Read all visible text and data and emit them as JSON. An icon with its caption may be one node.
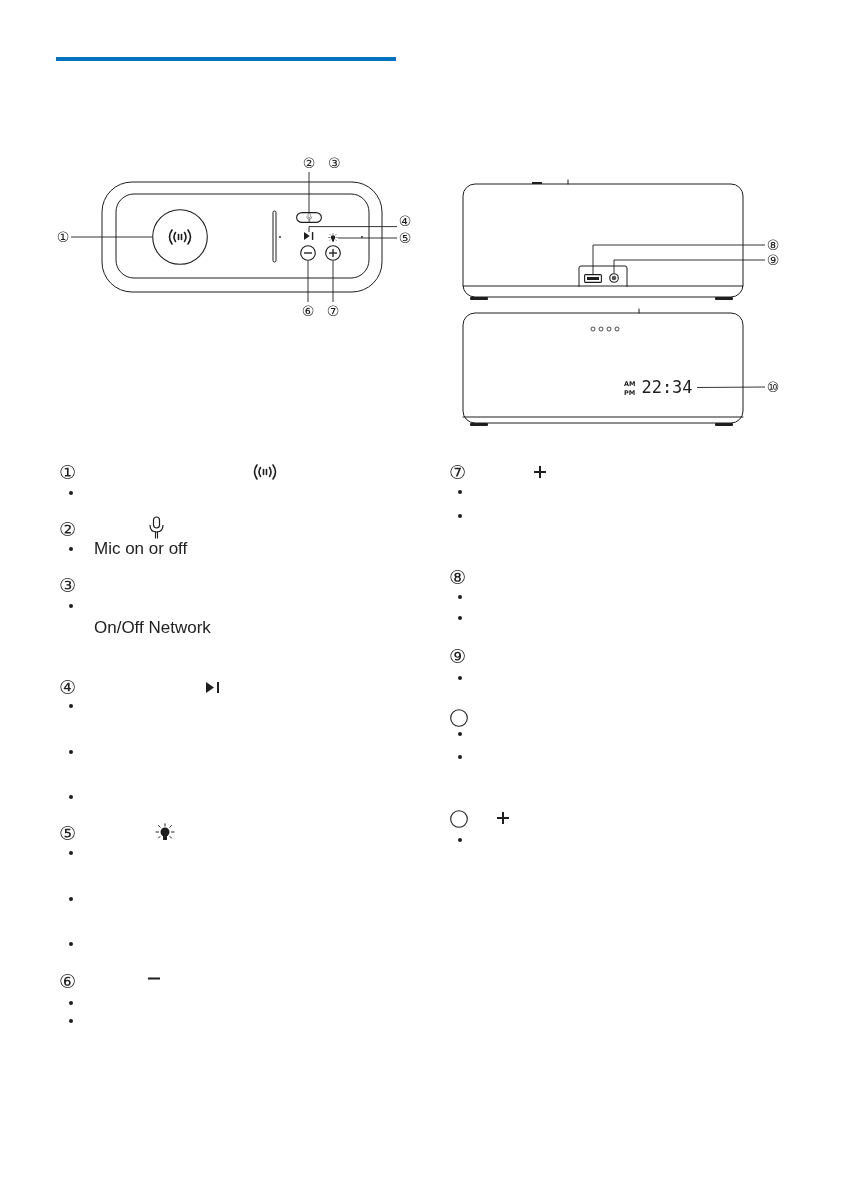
{
  "diagram": {
    "nodes": [
      {
        "text": [
          "①"
        ]
      },
      {
        "text": [],
        "shape": "circle"
      },
      {
        "text": [
          "②"
        ]
      },
      {
        "text": [],
        "shape": "box"
      },
      {
        "text": [
          "④"
        ]
      },
      {
        "text": [],
        "shape": "picture"
      },
      {
        "text": [
          "⑤"
        ]
      },
      {
        "text": [],
        "shape": "picture"
      },
      {
        "text": [
          "⑥"
        ]
      },
      {
        "text": [],
        "shape": "circle"
      },
      {
        "text": [
          "⑦"
        ]
      },
      {
        "text": [],
        "shape": "circle"
      },
      {
        "text": [
          "⑧"
        ]
      },
      {
        "text": [],
        "shape": "box"
      },
      {
        "text": [
          "⑨"
        ]
      },
      {
        "text": [],
        "shape": "circle"
      },
      {
        "text": [
          "⑩"
        ]
      },
      {
        "text": [
          "22:34"
        ],
        "beside": [
          "AM",
          "PM"
        ]
      }
    ],
    "edges": [
      {
        "from": 0,
        "to": 1,
        "arrow": "none"
      },
      {
        "from": 2,
        "to": 3,
        "arrow": "none"
      },
      {
        "from": 4,
        "to": 5,
        "arrow": "none"
      },
      {
        "from": 6,
        "to": 7,
        "arrow": "none"
      },
      {
        "from": 8,
        "to": 9,
        "arrow": "none"
      },
      {
        "from": 10,
        "to": 11,
        "arrow": "none"
      },
      {
        "from": 12,
        "to": 13,
        "arrow": "none"
      },
      {
        "from": 14,
        "to": 15,
        "arrow": "none"
      },
      {
        "from": 16,
        "to": 17,
        "arrow": "none"
      }
    ],
    "labels": [
      "③",
      "①",
      "②",
      "Mic on or off",
      "③",
      "On/Off Network",
      "④",
      "⑤",
      "⑥",
      "⑦",
      "⑧",
      "⑨"
    ]
  }
}
